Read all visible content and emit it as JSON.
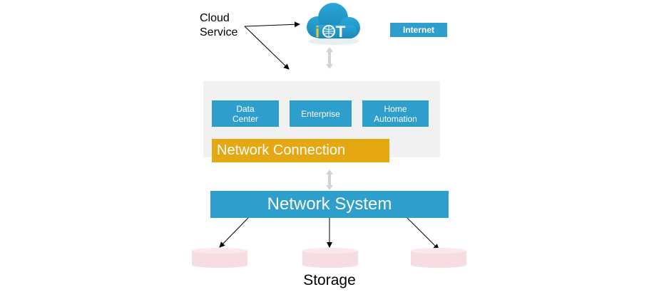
{
  "cloud_service_label": [
    "Cloud",
    "Service"
  ],
  "iot_logo_text": "iOT",
  "internet_label": "Internet",
  "apps": {
    "data_center": [
      "Data",
      "Center"
    ],
    "enterprise": "Enterprise",
    "home_automation": [
      "Home",
      "Automation"
    ]
  },
  "network_connection_label": "Network Connection",
  "network_system_label": "Network System",
  "storage_label": "Storage",
  "colors": {
    "blue": "#2e9ecc",
    "orange": "#e5a712",
    "panel_gray": "#f1f1f1",
    "storage_pink": "#f5dde2",
    "arrow_gray": "#d4d4d4"
  },
  "icons": [
    "iot-cloud-icon",
    "storage-disk-icon",
    "double-arrow-icon"
  ]
}
